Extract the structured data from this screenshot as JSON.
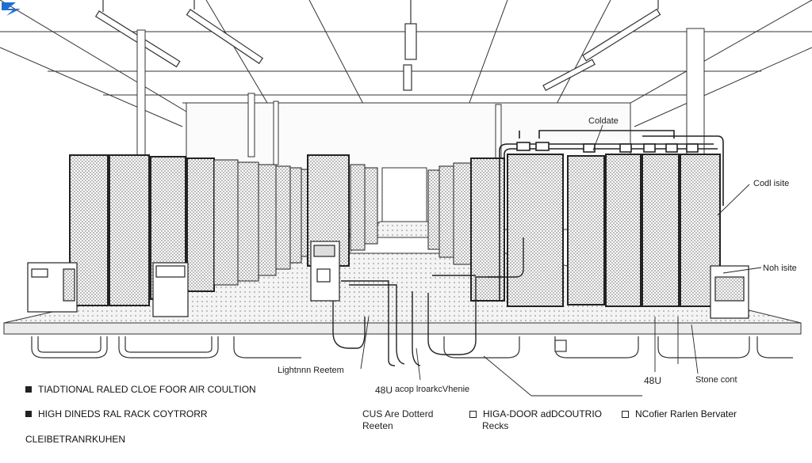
{
  "callouts": {
    "cold_pipe_top": "Coldate",
    "cold_isle": "Codl isite",
    "hot_isle": "Noh isite",
    "lightning_bracket": "Lightnnn Reetem",
    "rack_48u_center": "48U",
    "rack_48u_center_sub": "acop lroarkcVhenie",
    "rack_48u_right": "48U",
    "stone_cont": "Stone cont"
  },
  "legend": {
    "item1": "TIADTIONAL RALED CLOE FOOR AIR COULTION",
    "item2": "HIGH DINEDS RAL RACK COYTRORR",
    "item3": "CLEIBETRANRKUHEN",
    "item4_line1": "CUS Are Dotterd",
    "item4_line2": "Reeten",
    "item5_line1": "HIGA-DOOR adDCOUTRIO",
    "item5_line2": "Recks",
    "item6": "NCofier Rarlen Bervater"
  },
  "colors": {
    "line": "#2a2a2a",
    "floor": "#e9e9e9",
    "accent_logo": "#1f6fd1"
  },
  "icons": {
    "logo": "brand-swoosh-icon"
  }
}
